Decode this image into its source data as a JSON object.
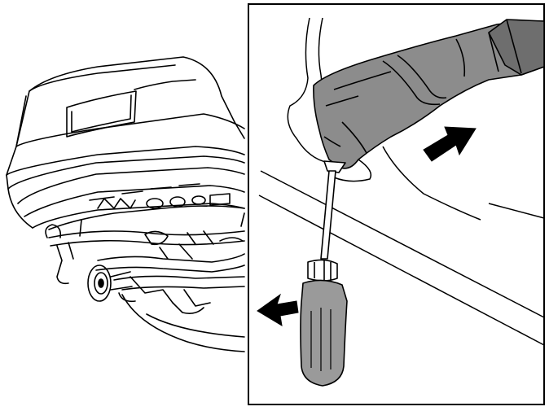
{
  "figure": {
    "type": "technical-service-illustration",
    "left_view": {
      "subject": "seat-underside",
      "parts": [
        "seat-cushion",
        "seat-frame-rails",
        "seat-adjuster-rods",
        "seat-mounting-brackets"
      ]
    },
    "detail_view": {
      "subject": "trim-cover-removal",
      "tool": "flat-blade-screwdriver",
      "parts": [
        "trim-cover",
        "seat-side-panel"
      ],
      "arrows": [
        {
          "name": "arrow-push-cover",
          "direction": "up-right"
        },
        {
          "name": "arrow-insert-screwdriver",
          "direction": "left"
        }
      ]
    },
    "colors": {
      "line": "#000000",
      "background": "#ffffff",
      "trim_cover_fill": "#8c8c8c",
      "trim_cover_dark": "#6e6e6e",
      "screwdriver_handle": "#9a9a9a",
      "arrow_fill": "#000000"
    }
  }
}
